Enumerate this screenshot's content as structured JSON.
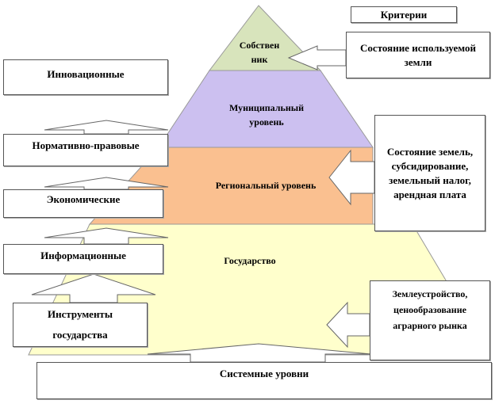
{
  "pyramid": {
    "owner": "Собствен ник",
    "municipal": "Муниципальный уровень",
    "regional": "Региональный уровень",
    "state": "Государство",
    "colors": {
      "owner": "#d8e4bc",
      "municipal": "#ccc0f0",
      "regional": "#fac090",
      "state": "#ffffcc"
    }
  },
  "left_column": {
    "innovation": "Инновационные",
    "legal": "Нормативно-правовые",
    "economic": "Экономические",
    "information": "Информационные",
    "instruments": "Инструменты государства"
  },
  "right_column": {
    "criteria": "Критерии",
    "land_state": "Состояние используемой земли",
    "land_regional": "Состояние земель, субсидирование, земельный налог, арендная плата",
    "land_management": "Землеустройство, ценообразование аграрного рынка"
  },
  "bottom": {
    "system_levels": "Системные уровни"
  }
}
